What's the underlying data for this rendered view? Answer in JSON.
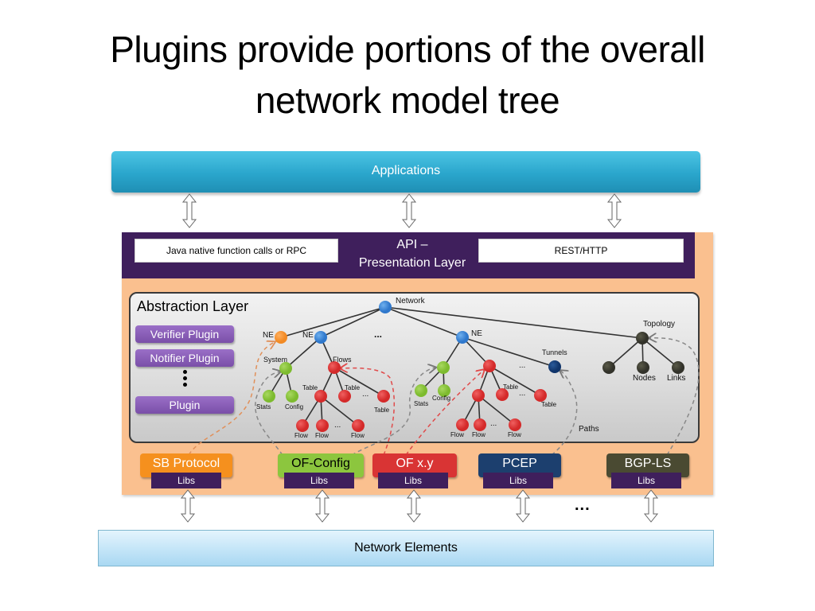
{
  "slide": {
    "title_line1": "Plugins provide portions of the overall",
    "title_line2": "network model tree"
  },
  "applications": {
    "label": "Applications"
  },
  "api_layer": {
    "title_line1": "API –",
    "title_line2": "Presentation Layer",
    "left_box": "Java native function calls or RPC",
    "right_box": "REST/HTTP"
  },
  "abstraction_layer": {
    "title": "Abstraction Layer",
    "plugins": [
      "Verifier Plugin",
      "Notifier Plugin",
      "Plugin"
    ],
    "tree_labels": {
      "network": "Network",
      "ne": "NE",
      "system": "System",
      "flows": "Flows",
      "table": "Table",
      "stats": "Stats",
      "config": "Config",
      "flow": "Flow",
      "tunnels": "Tunnels",
      "topology": "Topology",
      "nodes": "Nodes",
      "links": "Links",
      "paths": "Paths",
      "ellipsis": "..."
    }
  },
  "protocols": [
    {
      "label": "SB Protocol",
      "libs": "Libs",
      "color": "#f5901e",
      "text_color": "#ffffff"
    },
    {
      "label": "OF-Config",
      "libs": "Libs",
      "color": "#8cc63e",
      "text_color": "#000000"
    },
    {
      "label": "OF x.y",
      "libs": "Libs",
      "color": "#d93434",
      "text_color": "#ffffff"
    },
    {
      "label": "PCEP",
      "libs": "Libs",
      "color": "#1c3f6e",
      "text_color": "#ffffff"
    },
    {
      "label": "BGP-LS",
      "libs": "Libs",
      "color": "#4a4a32",
      "text_color": "#ffffff"
    }
  ],
  "more_protocols": "...",
  "network_elements": {
    "label": "Network Elements"
  },
  "colors": {
    "ne_orange": "#f28a24",
    "ne_blue": "#2f78cc",
    "system_green": "#7dbb2e",
    "flows_red": "#d42a2a",
    "tunnels_navy": "#10346a",
    "topology_dark": "#3a3a2c",
    "api_purple": "#3f1f5c",
    "container_peach": "#fac08f"
  }
}
